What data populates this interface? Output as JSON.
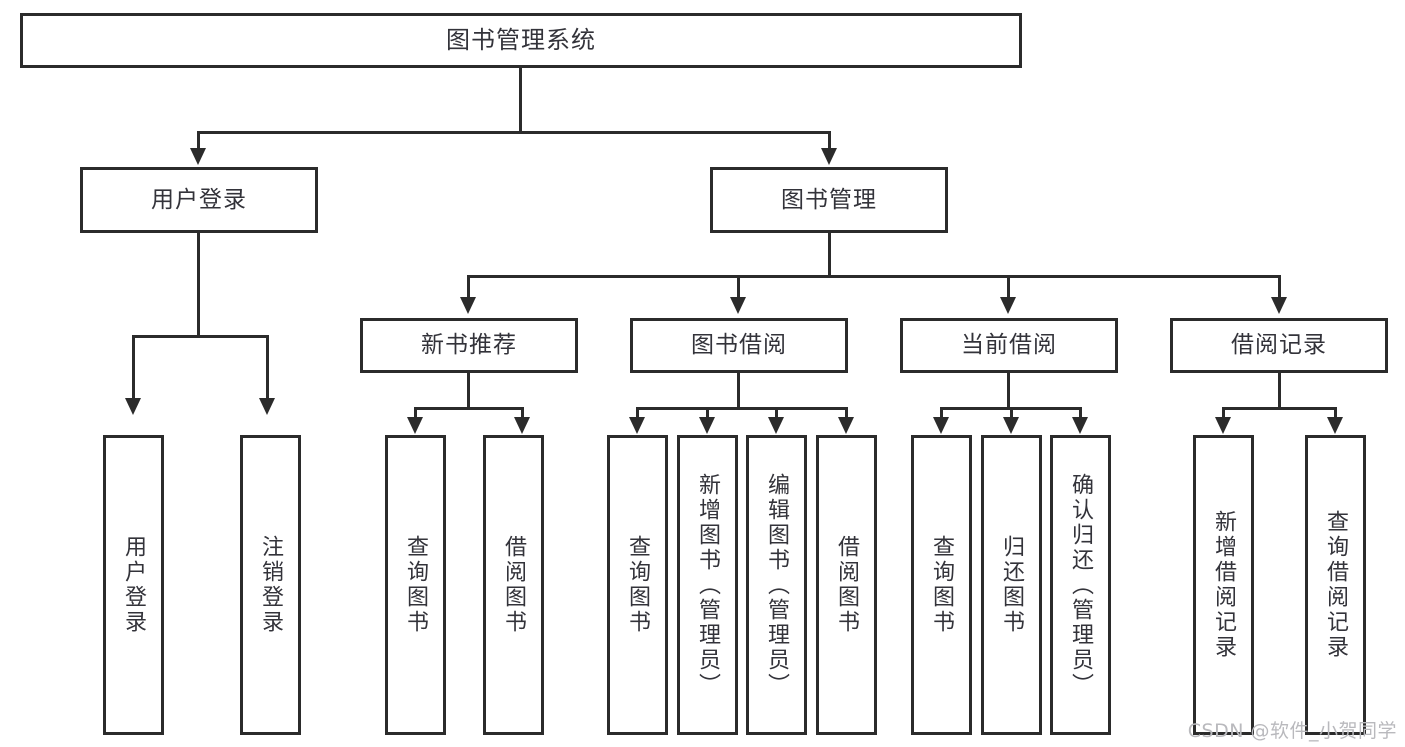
{
  "diagram": {
    "title": "图书管理系统",
    "type": "功能结构图",
    "colors": {
      "stroke": "#2b2b2b",
      "fill": "#ffffff",
      "text": "#33333a",
      "watermark": "#b9b9bd"
    },
    "root": {
      "label": "图书管理系统"
    },
    "level2": [
      {
        "label": "用户登录"
      },
      {
        "label": "图书管理"
      }
    ],
    "level3": [
      {
        "label": "新书推荐"
      },
      {
        "label": "图书借阅"
      },
      {
        "label": "当前借阅"
      },
      {
        "label": "借阅记录"
      }
    ],
    "leaves": {
      "user_login": [
        {
          "label": "用户登录"
        },
        {
          "label": "注销登录"
        }
      ],
      "new_book": [
        {
          "label": "查询图书"
        },
        {
          "label": "借阅图书"
        }
      ],
      "book_borrow": [
        {
          "label": "查询图书"
        },
        {
          "label": "新增图书（管理员）"
        },
        {
          "label": "编辑图书（管理员）"
        },
        {
          "label": "借阅图书"
        }
      ],
      "current_borrow": [
        {
          "label": "查询图书"
        },
        {
          "label": "归还图书"
        },
        {
          "label": "确认归还（管理员）"
        }
      ],
      "borrow_record": [
        {
          "label": "新增借阅记录"
        },
        {
          "label": "查询借阅记录"
        }
      ]
    }
  },
  "watermark": {
    "text": "CSDN @软件_小贺同学"
  }
}
